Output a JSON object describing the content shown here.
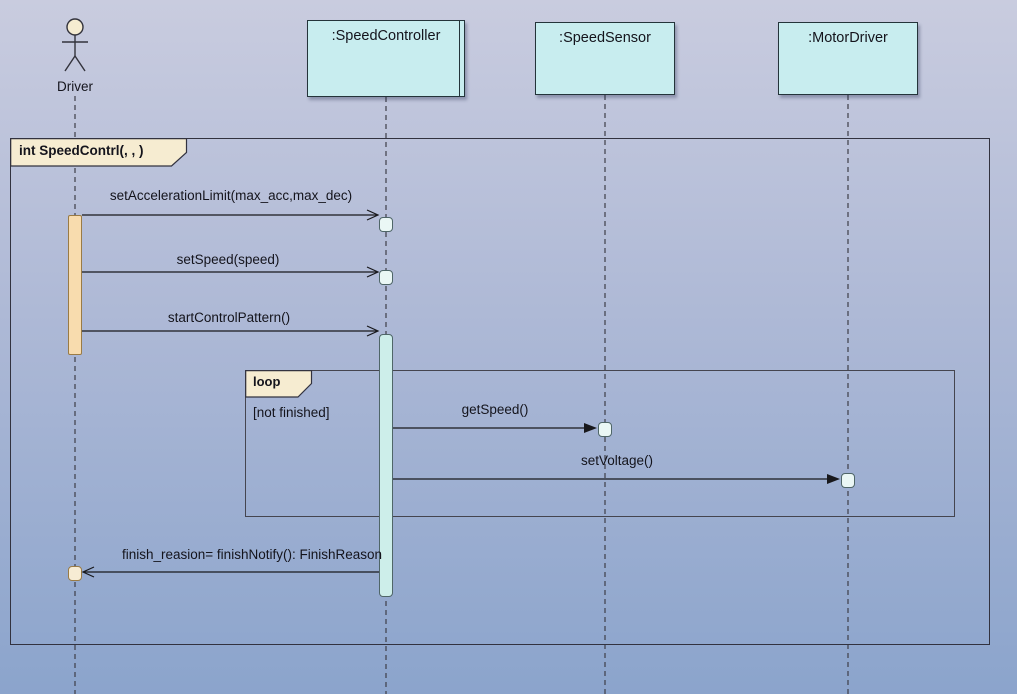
{
  "frame": {
    "operator_label": "int SpeedContrl(, , )"
  },
  "actor": {
    "label": "Driver"
  },
  "lifelines": [
    {
      "label": ":SpeedController"
    },
    {
      "label": ":SpeedSensor"
    },
    {
      "label": ":MotorDriver"
    }
  ],
  "loop_fragment": {
    "operator": "loop",
    "guard": "[not finished]"
  },
  "messages": [
    {
      "label": "setAccelerationLimit(max_acc,max_dec)",
      "from": "Driver",
      "to": ":SpeedController",
      "arrowhead": "open"
    },
    {
      "label": "setSpeed(speed)",
      "from": "Driver",
      "to": ":SpeedController",
      "arrowhead": "open"
    },
    {
      "label": "startControlPattern()",
      "from": "Driver",
      "to": ":SpeedController",
      "arrowhead": "open"
    },
    {
      "label": "getSpeed()",
      "from": ":SpeedController",
      "to": ":SpeedSensor",
      "arrowhead": "filled"
    },
    {
      "label": "setVoltage()",
      "from": ":SpeedController",
      "to": ":MotorDriver",
      "arrowhead": "filled"
    },
    {
      "label": "finish_reasion= finishNotify(): FinishReason",
      "from": ":SpeedController",
      "to": "Driver",
      "arrowhead": "open"
    }
  ],
  "colors": {
    "background_top": "#c9ccdf",
    "background_bottom": "#8ba4cc",
    "lifeline_head_fill": "#c8edef",
    "pentagon_fill": "#f6ecd1",
    "actor_activation_fill": "#f8dcae",
    "controller_activation_fill": "#cdeeea",
    "endpoint_fill": "#eaf7f5",
    "actor_endpoint_fill": "#f7ecd4",
    "arrow_color": "#18181c"
  }
}
